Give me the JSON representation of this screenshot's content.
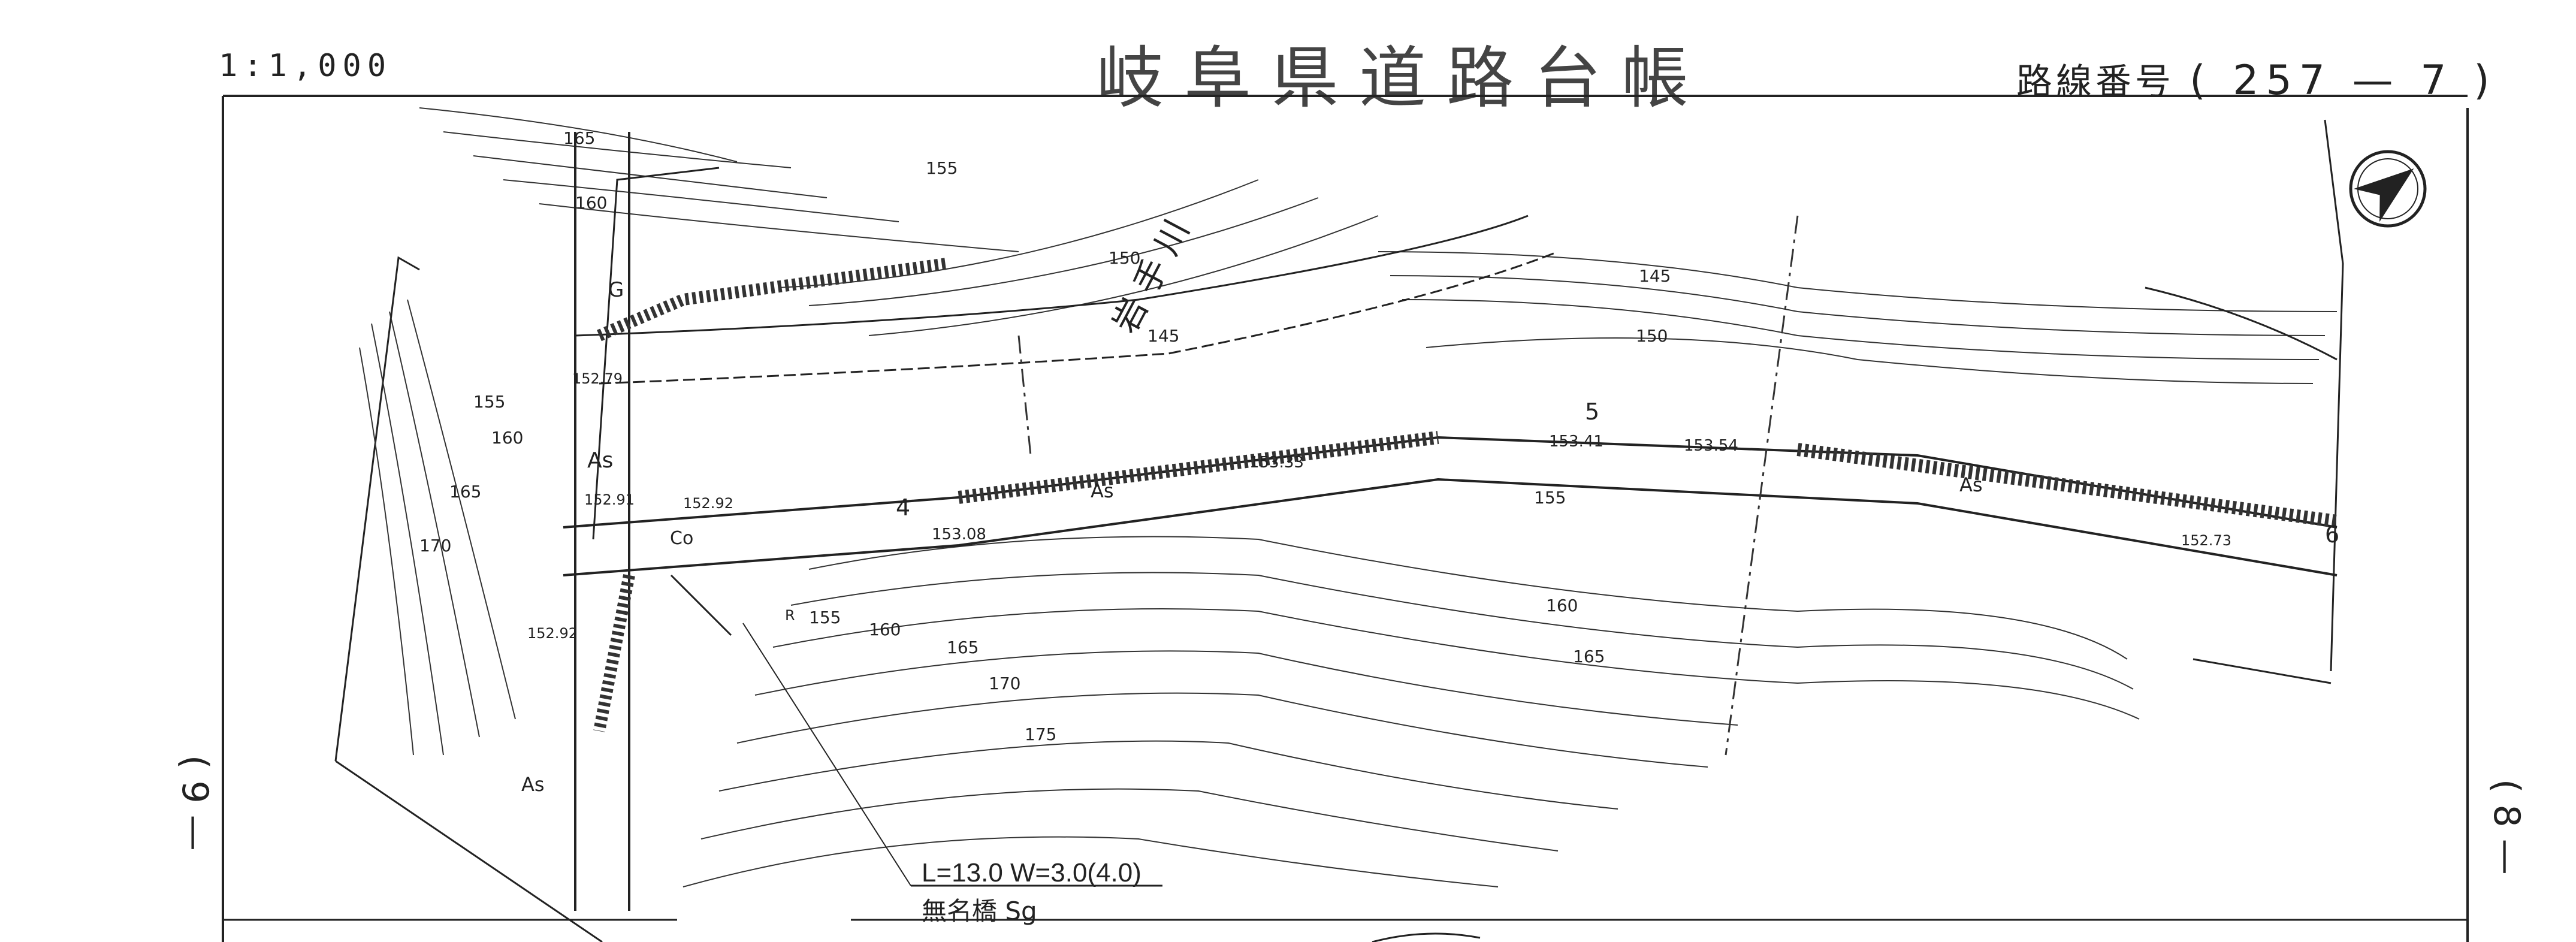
{
  "header": {
    "scale": "1:1,000",
    "title": "岐阜県道路台帳",
    "route_label": "路線番号",
    "route_number": "( 257 — 7 )"
  },
  "side": {
    "page_left": "( 9 —",
    "page_right": "( 8 —"
  },
  "river": {
    "name": "岩 手 川"
  },
  "bridge": {
    "dimensions": "L=13.0 W=3.0(4.0)",
    "name": "無名橋 Sg"
  },
  "contours": [
    "165",
    "160",
    "155",
    "150",
    "145",
    "150",
    "145",
    "155",
    "160",
    "165",
    "170",
    "175",
    "155",
    "160",
    "165",
    "170",
    "155",
    "160",
    "165"
  ],
  "road_labels": {
    "surface": [
      "As",
      "As",
      "As",
      "As"
    ],
    "stations": [
      "4",
      "5",
      "6"
    ],
    "elevations": [
      "152.79",
      "152.92",
      "152.91",
      "153.08",
      "153.33",
      "153.41",
      "153.54",
      "152.73",
      "152.92"
    ],
    "misc": [
      "G",
      "Co",
      "R"
    ]
  },
  "icons": {
    "north_arrow": "north-arrow-icon"
  }
}
